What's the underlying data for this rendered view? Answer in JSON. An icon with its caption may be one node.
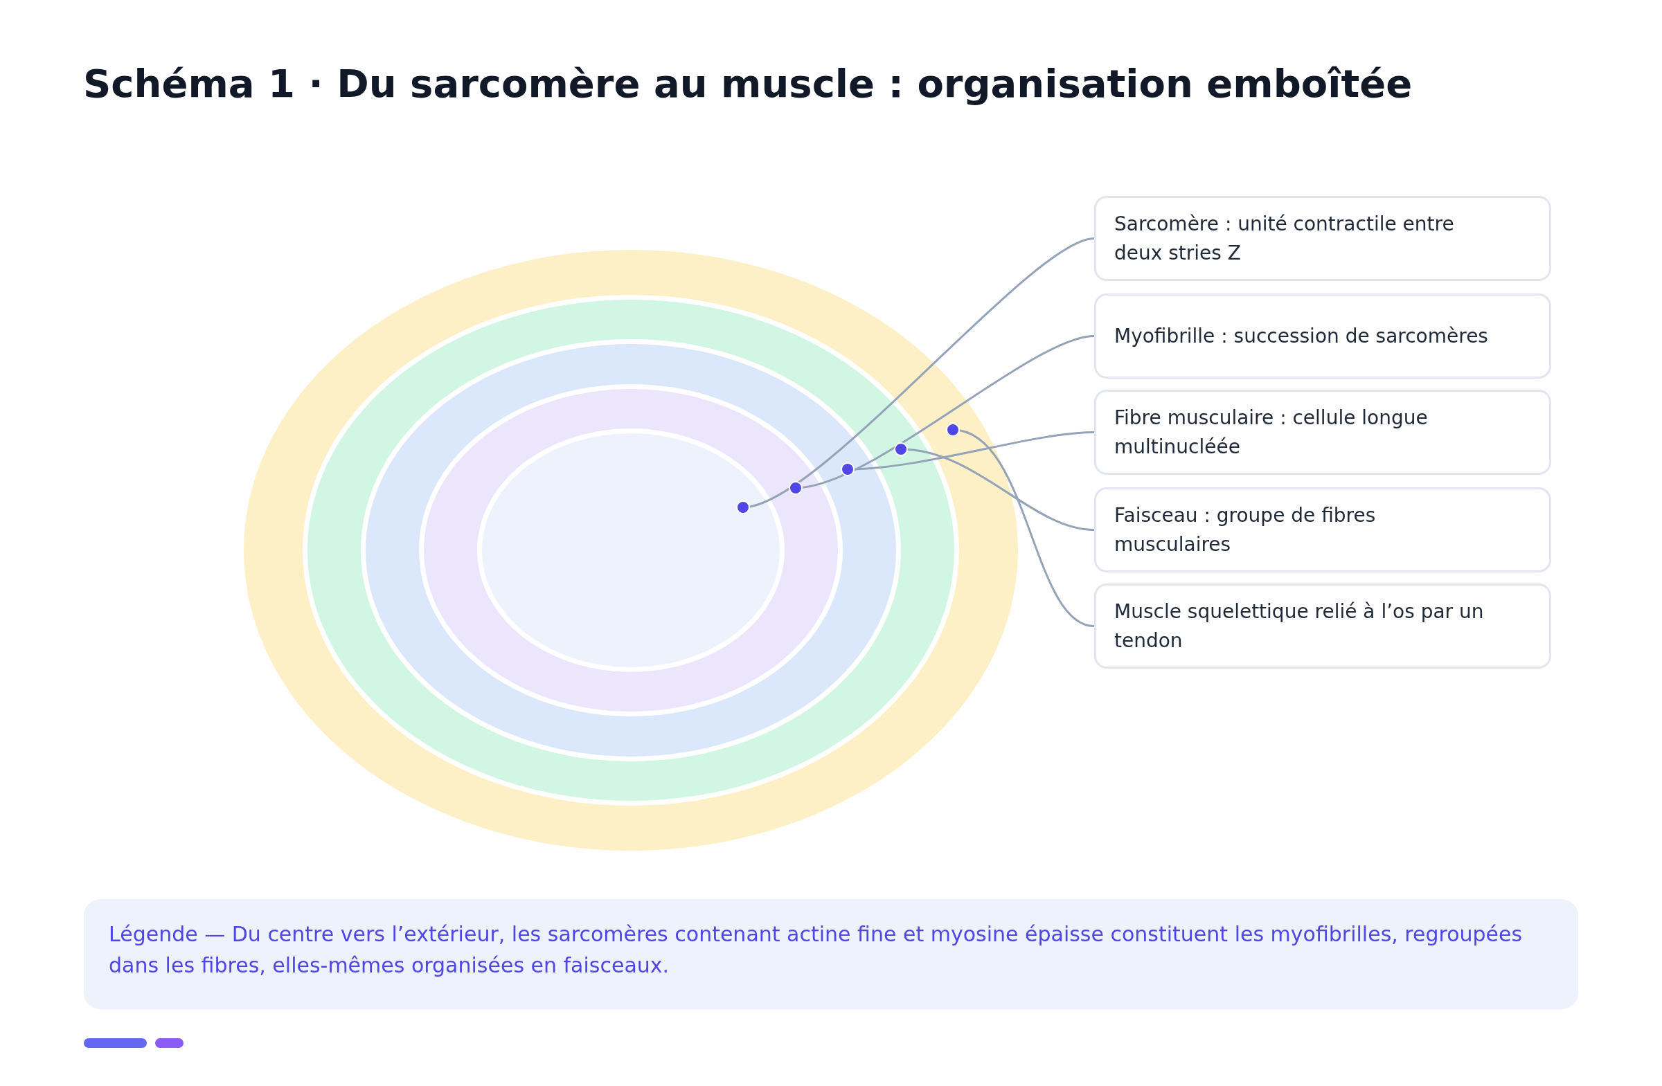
{
  "diagram": {
    "title": "Schéma 1 · Du sarcomère au muscle : organisation emboîtée",
    "nodes": [
      {
        "text": [],
        "shape": "ellipse"
      },
      {
        "text": [],
        "shape": "ellipse",
        "in": 0
      },
      {
        "text": [],
        "shape": "ellipse",
        "in": 1
      },
      {
        "text": [],
        "shape": "ellipse",
        "in": 2
      },
      {
        "text": [],
        "shape": "ellipse",
        "in": 3
      },
      {
        "text": [
          "Sarcomère : unité contractile entre deux stries Z"
        ]
      },
      {
        "text": [
          "Myofibrille : succession de sarcomères"
        ]
      },
      {
        "text": [
          "Fibre musculaire : cellule longue multinucléée"
        ]
      },
      {
        "text": [
          "Faisceau : groupe de fibres musculaires"
        ]
      },
      {
        "text": [
          "Muscle squelettique relié à l’os par un tendon"
        ]
      }
    ],
    "edges": [
      {
        "from": 5,
        "to": 4,
        "arrow": "other"
      },
      {
        "from": 6,
        "to": 3,
        "arrow": "other"
      },
      {
        "from": 7,
        "to": 2,
        "arrow": "other"
      },
      {
        "from": 8,
        "to": 1,
        "arrow": "other"
      },
      {
        "from": 9,
        "to": 0,
        "arrow": "other"
      }
    ],
    "caption": "Légende — Du centre vers l’extérieur, les sarcomères contenant actine fine et myosine épaisse constituent les myofibrilles, regroupées dans les fibres, elles-mêmes organisées en faisceaux."
  }
}
